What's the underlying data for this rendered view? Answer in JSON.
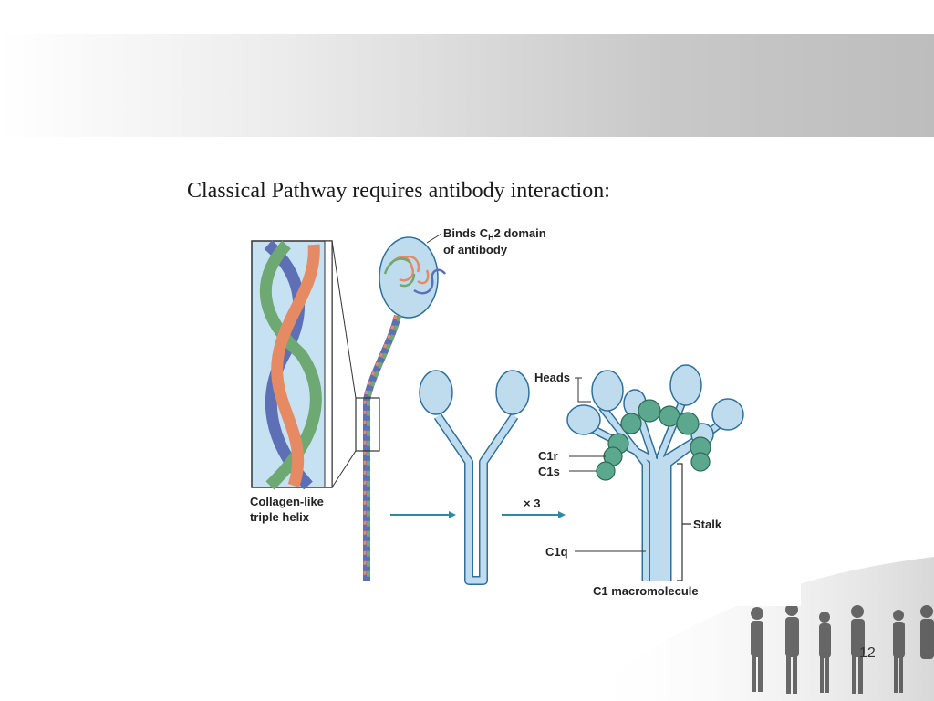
{
  "slide": {
    "title": "Classical Pathway requires antibody interaction:",
    "page_number": "12"
  },
  "diagram": {
    "labels": {
      "binds_domain_line1_pre": "Binds C",
      "binds_domain_line1_sub": "H",
      "binds_domain_line1_post": "2 domain",
      "binds_domain_line2": "of antibody",
      "collagen_line1": "Collagen-like",
      "collagen_line2": "triple helix",
      "heads": "Heads",
      "c1r": "C1r",
      "c1s": "C1s",
      "stalk": "Stalk",
      "c1q": "C1q",
      "times_three": "× 3",
      "c1_macromolecule": "C1 macromolecule"
    },
    "colors": {
      "head_fill": "#bfdcef",
      "head_stroke": "#2f6f9a",
      "serine_protease": "#5ba88f",
      "strand_blue": "#5d6fb5",
      "strand_green": "#6ea873",
      "strand_orange": "#e58a62",
      "arrow": "#2d8aa3"
    }
  }
}
